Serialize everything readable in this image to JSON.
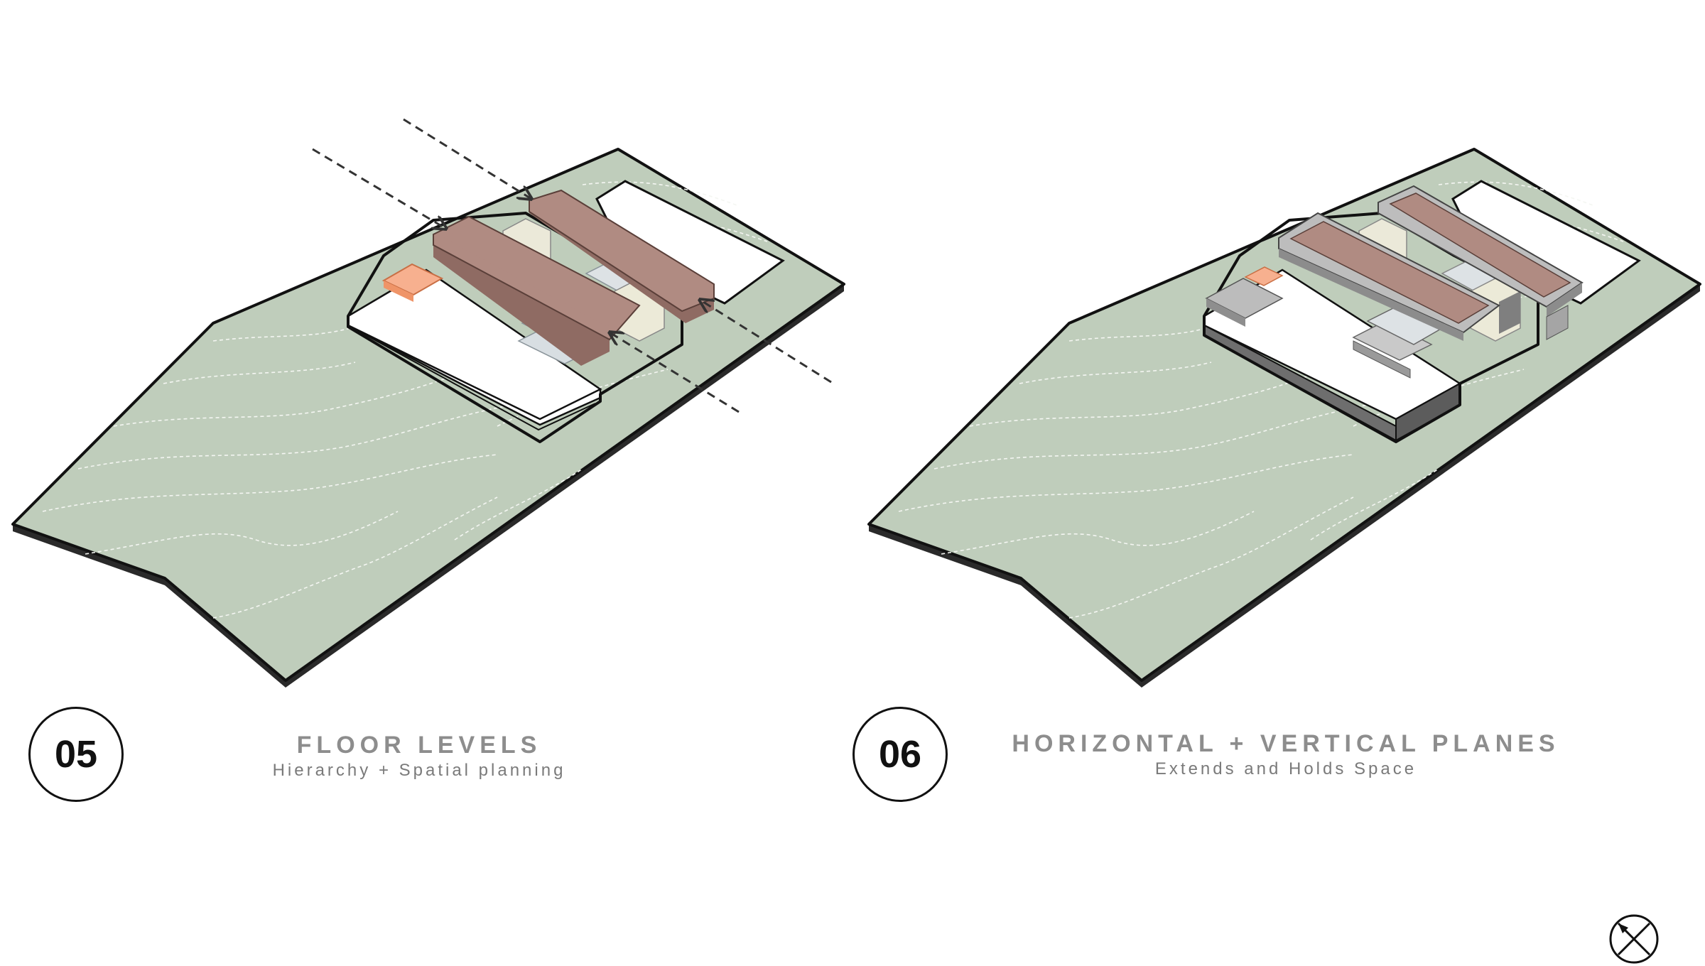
{
  "panels": [
    {
      "number": "05",
      "title": "FLOOR LEVELS",
      "subtitle": "Hierarchy + Spatial planning"
    },
    {
      "number": "06",
      "title": "HORIZONTAL + VERTICAL PLANES",
      "subtitle": "Extends and Holds Space"
    }
  ],
  "colors": {
    "site_green": "#bfcdbb",
    "roof_mauve": "#b08b82",
    "accent_orange": "#f4a985",
    "cream_block": "#ebe9d9",
    "pale_blue": "#dde2e5",
    "plane_grey": "#b8b8b8",
    "outline": "#111111"
  },
  "icons": {
    "compass": "north-arrow-icon",
    "wind_arrows": "dashed-arrow-icon"
  }
}
